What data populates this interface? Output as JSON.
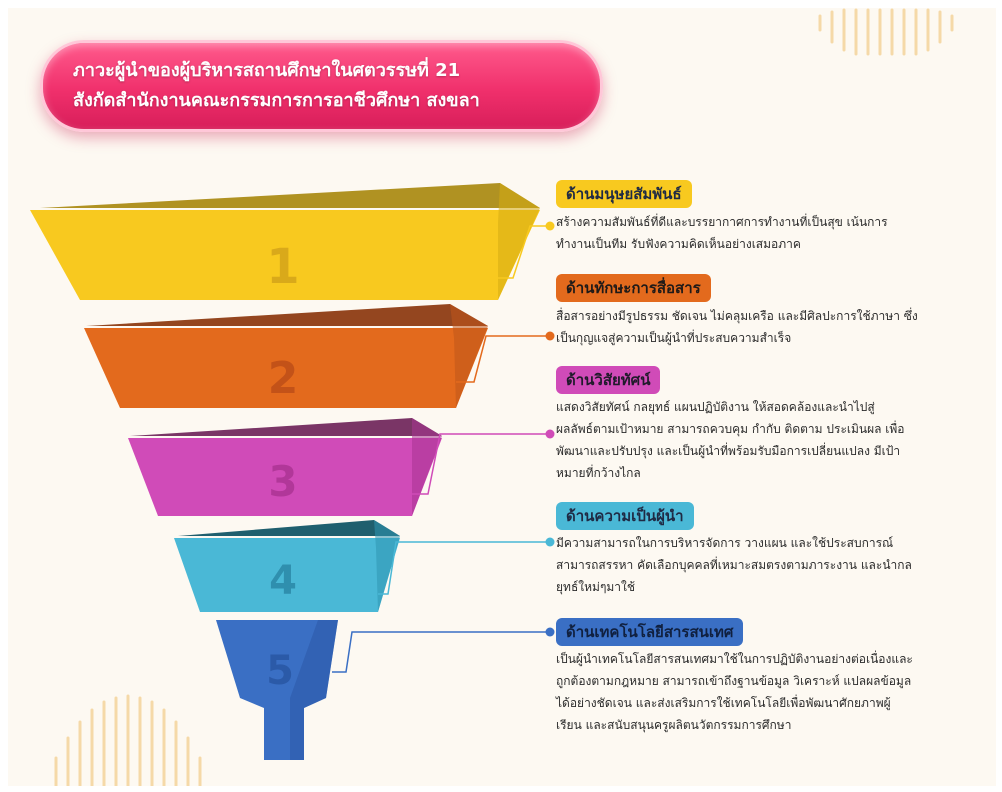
{
  "title": {
    "line1": "ภาวะผู้นำของผู้บริหารสถานศึกษาในศตวรรษที่ 21",
    "line2": "สังกัดสำนักงานคณะกรรมการการอาชีวศึกษา สงขลา"
  },
  "levels": [
    {
      "number": "1",
      "heading": "ด้านมนุษยสัมพันธ์",
      "color": "#f8c91f",
      "lines": [
        "สร้างความสัมพันธ์ที่ดีและบรรยากาศการทำงานที่เป็นสุข เน้นการ",
        "ทำงานเป็นทีม รับฟังความคิดเห็นอย่างเสมอภาค"
      ]
    },
    {
      "number": "2",
      "heading": "ด้านทักษะการสื่อสาร",
      "color": "#e36a1d",
      "lines": [
        "สื่อสารอย่างมีรูปธรรม ชัดเจน ไม่คลุมเครือ และมีศิลปะการใช้ภาษา ซึ่ง",
        "เป็นกุญแจสู่ความเป็นผู้นำที่ประสบความสำเร็จ"
      ]
    },
    {
      "number": "3",
      "heading": "ด้านวิสัยทัศน์",
      "color": "#d04bb8",
      "lines": [
        "แสดงวิสัยทัศน์ กลยุทธ์ แผนปฏิบัติงาน ให้สอดคล้องและนำไปสู่",
        "ผลลัพธ์ตามเป้าหมาย สามารถควบคุม กำกับ ติดตาม ประเมินผล เพื่อ",
        "พัฒนาและปรับปรุง และเป็นผู้นำที่พร้อมรับมือการเปลี่ยนแปลง มีเป้า",
        "หมายที่กว้างไกล"
      ]
    },
    {
      "number": "4",
      "heading": "ด้านความเป็นผู้นำ",
      "color": "#4ab8d6",
      "lines": [
        "มีความสามารถในการบริหารจัดการ วางแผน และใช้ประสบการณ์",
        "สามารถสรรหา คัดเลือกบุคคลที่เหมาะสมตรงตามภาระงาน และนำกล",
        "ยุทธ์ใหม่ๆมาใช้"
      ]
    },
    {
      "number": "5",
      "heading": "ด้านเทคโนโลยีสารสนเทศ",
      "color": "#3a6fc4",
      "lines": [
        "เป็นผู้นำเทคโนโลยีสารสนเทศมาใช้ในการปฏิบัติงานอย่างต่อเนื่องและ",
        "ถูกต้องตามกฎหมาย สามารถเข้าถึงฐานข้อมูล วิเคราะห์ แปลผลข้อมูล",
        "ได้อย่างชัดเจน และส่งเสริมการใช้เทคโนโลยีเพื่อพัฒนาศักยภาพผู้",
        "เรียน และสนับสนุนครูผลิตนวัตกรรมการศึกษา"
      ]
    }
  ]
}
